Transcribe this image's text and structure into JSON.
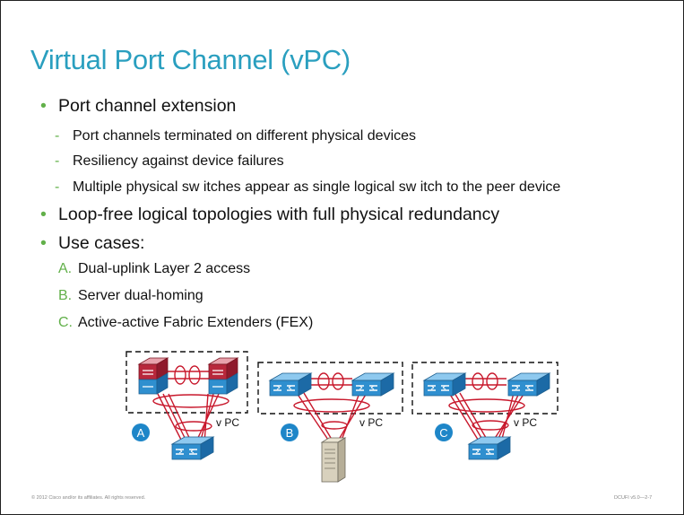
{
  "title": "Virtual Port Channel (vPC)",
  "bullets": [
    "Port channel extension",
    "Loop-free logical topologies with full physical redundancy",
    "Use cases:"
  ],
  "sub_bullets": [
    "Port channels terminated on different physical devices",
    "Resiliency against device failures",
    "Multiple physical sw itches appear as single logical sw itch to the peer device"
  ],
  "use_cases": [
    {
      "letter": "A.",
      "text": "Dual-uplink Layer 2 access"
    },
    {
      "letter": "B.",
      "text": "Server dual-homing"
    },
    {
      "letter": "C.",
      "text": "Active-active Fabric Extenders (FEX)"
    }
  ],
  "diagram": {
    "vpc_label": "v PC",
    "badges": [
      "A",
      "B",
      "C"
    ]
  },
  "footer": {
    "copyright": "© 2012 Cisco and/or its affiliates. All rights reserved.",
    "page_id": "DCUFI v5.0—2-7"
  },
  "colors": {
    "title": "#2a9fbf",
    "accent_green": "#62b04a",
    "link_red": "#c8182c",
    "badge_blue": "#1e86c8",
    "switch_blue": "#2f8fcf",
    "core_red": "#b8283c"
  }
}
